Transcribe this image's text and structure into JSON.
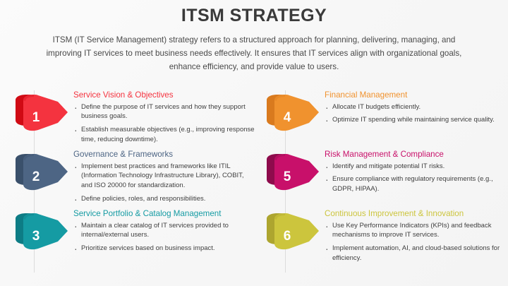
{
  "header": {
    "title": "ITSM STRATEGY",
    "intro": "ITSM (IT Service Management) strategy refers to a structured approach for planning, delivering, managing, and improving IT services to meet business needs effectively. It ensures that IT services align with organizational goals, enhance efficiency, and provide value to users."
  },
  "colors": {
    "title": "#3a3a3a",
    "body_text": "#3f3f3f",
    "background": "#f7f7f7",
    "guide_line": "#dcdcdc"
  },
  "left_column": [
    {
      "number": "1",
      "heading": "Service Vision & Objectives",
      "color": "#F4333F",
      "color_dark": "#D00A14",
      "bullets": [
        "Define the purpose of IT services and how they support business goals.",
        "Establish measurable objectives (e.g., improving response time, reducing downtime)."
      ]
    },
    {
      "number": "2",
      "heading": "Governance & Frameworks",
      "color": "#4D6584",
      "color_dark": "#3A506B",
      "bullets": [
        "Implement best practices and frameworks like ITIL (Information Technology Infrastructure Library), COBIT, and ISO 20000 for standardization.",
        "Define policies, roles, and responsibilities."
      ]
    },
    {
      "number": "3",
      "heading": "Service Portfolio & Catalog Management",
      "color": "#159BA3",
      "color_dark": "#0D7C85",
      "bullets": [
        "Maintain a clear catalog of IT services provided to internal/external users.",
        "Prioritize services based on business impact."
      ]
    }
  ],
  "right_column": [
    {
      "number": "4",
      "heading": "Financial Management",
      "color": "#F0922E",
      "color_dark": "#D97A1E",
      "bullets": [
        "Allocate IT budgets efficiently.",
        "Optimize IT spending while maintaining service quality."
      ]
    },
    {
      "number": "5",
      "heading": "Risk Management & Compliance",
      "color": "#C8106A",
      "color_dark": "#8E0B4C",
      "bullets": [
        "Identify and mitigate potential IT risks.",
        "Ensure compliance with regulatory requirements (e.g., GDPR, HIPAA)."
      ]
    },
    {
      "number": "6",
      "heading": "Continuous Improvement & Innovation",
      "color": "#CCC53D",
      "color_dark": "#ADA52F",
      "bullets": [
        "Use Key Performance Indicators (KPIs) and feedback mechanisms to improve IT services.",
        "Implement automation, AI, and cloud-based solutions for efficiency."
      ]
    }
  ]
}
